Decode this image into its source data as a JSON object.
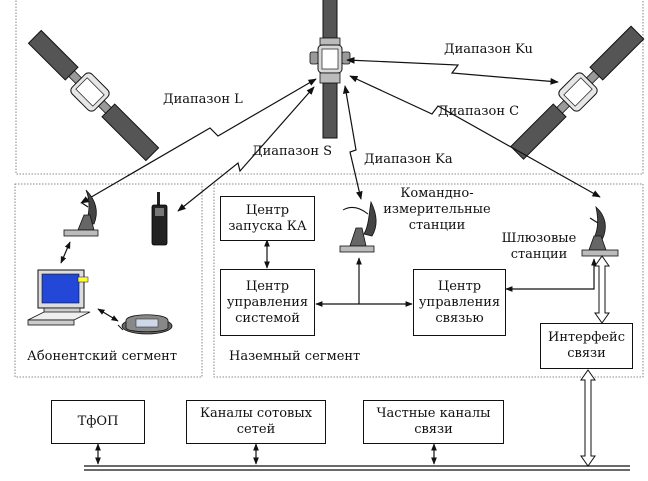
{
  "bands": {
    "l": "Диапазон L",
    "s": "Диапазон S",
    "ku": "Диапазон Ku",
    "c": "Диапазон C",
    "ka": "Диапазон Ka"
  },
  "segments": {
    "subscriber": "Абонентский сегмент",
    "ground": "Наземный сегмент"
  },
  "stations": {
    "command_line1": "Командно-",
    "command_line2": "измерительные",
    "command_line3": "станции",
    "gateway_line1": "Шлюзовые",
    "gateway_line2": "станции"
  },
  "boxes": {
    "launch": [
      "Центр",
      "запуска КА"
    ],
    "system_control": [
      "Центр",
      "управления",
      "системой"
    ],
    "comm_control": [
      "Центр",
      "управления",
      "связью"
    ],
    "interface": [
      "Интерфейс",
      "связи"
    ],
    "pstn": [
      "ТфОП"
    ],
    "cellular": [
      "Каналы сотовых",
      "сетей"
    ],
    "private": [
      "Частные каналы",
      "связи"
    ]
  }
}
